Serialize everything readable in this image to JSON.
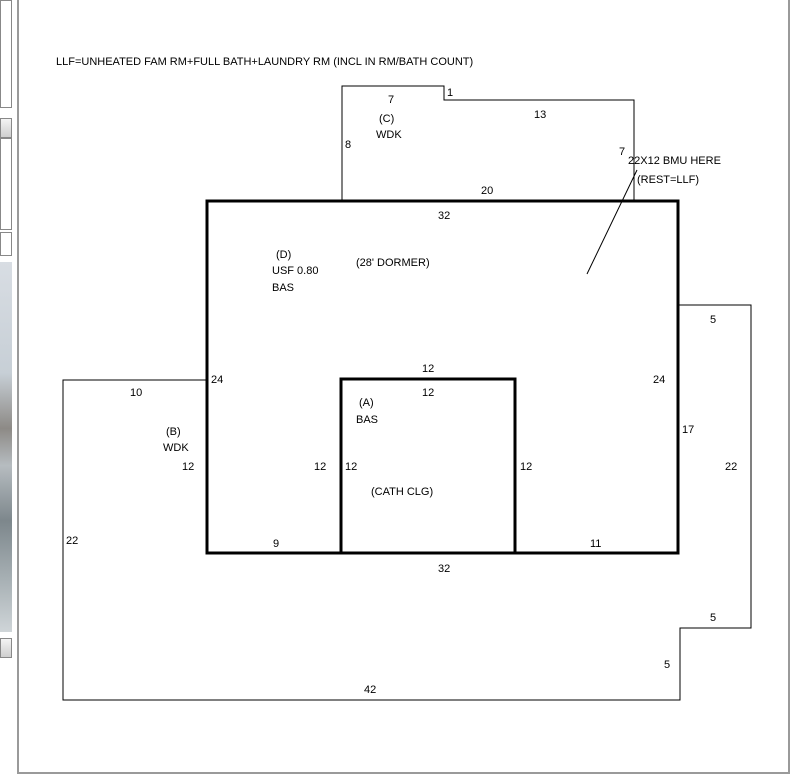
{
  "note": "LLF=UNHEATED FAM RM+FULL BATH+LAUNDRY RM (INCL IN RM/BATH COUNT)",
  "areas": {
    "c_code": "(C)",
    "c_type": "WDK",
    "d_code": "(D)",
    "d_line2": "USF 0.80",
    "d_type": "BAS",
    "dormer": "(28' DORMER)",
    "a_code": "(A)",
    "a_type": "BAS",
    "cath": "(CATH CLG)",
    "b_code": "(B)",
    "b_type": "WDK",
    "bmu_line1": "22X12 BMU HERE",
    "bmu_line2": "(REST=LLF)"
  },
  "dims": {
    "c_top": "7",
    "c_step": "1",
    "c_right_top": "13",
    "c_left": "8",
    "c_right": "7",
    "c_bottom": "20",
    "d_top": "32",
    "d_left": "24",
    "d_right": "24",
    "d_bottom": "32",
    "a_top_outer": "12",
    "a_top_inner": "12",
    "a_left_outer": "12",
    "a_left_inner": "12",
    "a_right": "12",
    "bottom_left": "9",
    "bottom_right": "11",
    "b_top": "10",
    "b_right": "12",
    "b_left": "22",
    "r_top": "5",
    "r_inner": "17",
    "r_right": "22",
    "r_step_h": "5",
    "r_step_v": "5",
    "outer_bottom": "42"
  }
}
